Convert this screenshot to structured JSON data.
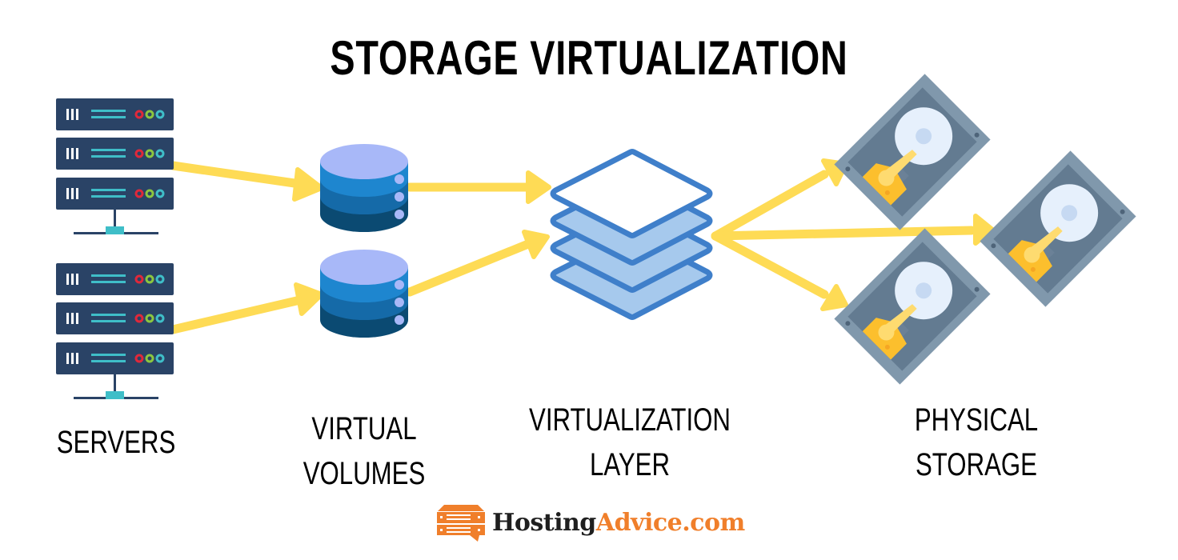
{
  "title": "STORAGE VIRTUALIZATION",
  "labels": {
    "servers": "SERVERS",
    "virtual_volumes_line1": "VIRTUAL",
    "virtual_volumes_line2": "VOLUMES",
    "virtualization_layer_line1": "VIRTUALIZATION",
    "virtualization_layer_line2": "LAYER",
    "physical_storage_line1": "PHYSICAL",
    "physical_storage_line2": "STORAGE"
  },
  "logo": {
    "part1": "Hosting",
    "part2": "Advice.com",
    "icon": "server-speech-bubble-icon"
  },
  "nodes": [
    {
      "id": "server-group-1",
      "type": "servers",
      "units": 3
    },
    {
      "id": "server-group-2",
      "type": "servers",
      "units": 3
    },
    {
      "id": "virtual-volume-1",
      "type": "database-cylinder"
    },
    {
      "id": "virtual-volume-2",
      "type": "database-cylinder"
    },
    {
      "id": "virtualization-layer",
      "type": "layer-stack",
      "layers": 4
    },
    {
      "id": "hard-disk-1",
      "type": "hard-disk"
    },
    {
      "id": "hard-disk-2",
      "type": "hard-disk"
    },
    {
      "id": "hard-disk-3",
      "type": "hard-disk"
    }
  ],
  "edges": [
    {
      "from": "server-group-1",
      "to": "virtual-volume-1"
    },
    {
      "from": "server-group-2",
      "to": "virtual-volume-2"
    },
    {
      "from": "virtual-volume-1",
      "to": "virtualization-layer"
    },
    {
      "from": "virtual-volume-2",
      "to": "virtualization-layer"
    },
    {
      "from": "virtualization-layer",
      "to": "hard-disk-1"
    },
    {
      "from": "virtualization-layer",
      "to": "hard-disk-2"
    },
    {
      "from": "virtualization-layer",
      "to": "hard-disk-3"
    }
  ],
  "colors": {
    "server_body": "#2a4366",
    "server_line": "#3fbec8",
    "led_red": "#e0283a",
    "led_green": "#8cc63f",
    "led_cyan": "#3fbec8",
    "arrow": "#fedb55",
    "cyl_top": "#a8b8f8",
    "cyl_band1": "#1e86cf",
    "cyl_band2": "#156aa8",
    "cyl_band3": "#0b4a72",
    "layer_stroke": "#3f7fca",
    "layer_fill": "#a6c9ed",
    "disk_frame": "#8098ac",
    "disk_body": "#637b91",
    "disk_platter": "#e6f0fc",
    "disk_hub": "#c6d9f2",
    "disk_arm_base": "#fcbf2d",
    "disk_arm": "#fedb70",
    "brand_orange": "#f07f2b"
  }
}
